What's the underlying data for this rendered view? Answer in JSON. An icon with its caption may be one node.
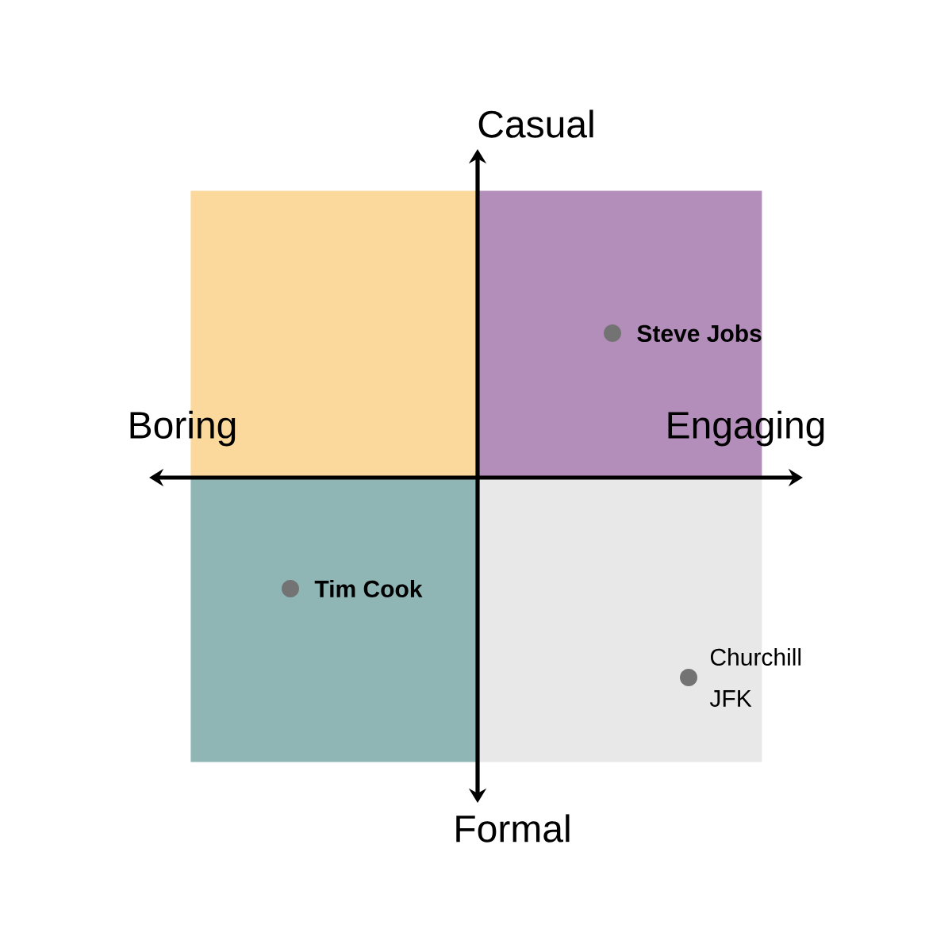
{
  "diagram": {
    "nodes": [
      {
        "text": [],
        "shape": "box"
      },
      {
        "text": [],
        "shape": "box"
      },
      {
        "text": [],
        "shape": "box"
      },
      {
        "text": [],
        "shape": "box"
      },
      {
        "text": [
          "Steve Jobs"
        ],
        "in": 1
      },
      {
        "text": [
          "Tim Cook"
        ],
        "in": 2
      },
      {
        "text": [
          "Churchill JFK"
        ],
        "in": 3
      }
    ],
    "edges": [],
    "labels": [
      "Casual",
      "Boring",
      "Engaging",
      "Formal"
    ]
  }
}
